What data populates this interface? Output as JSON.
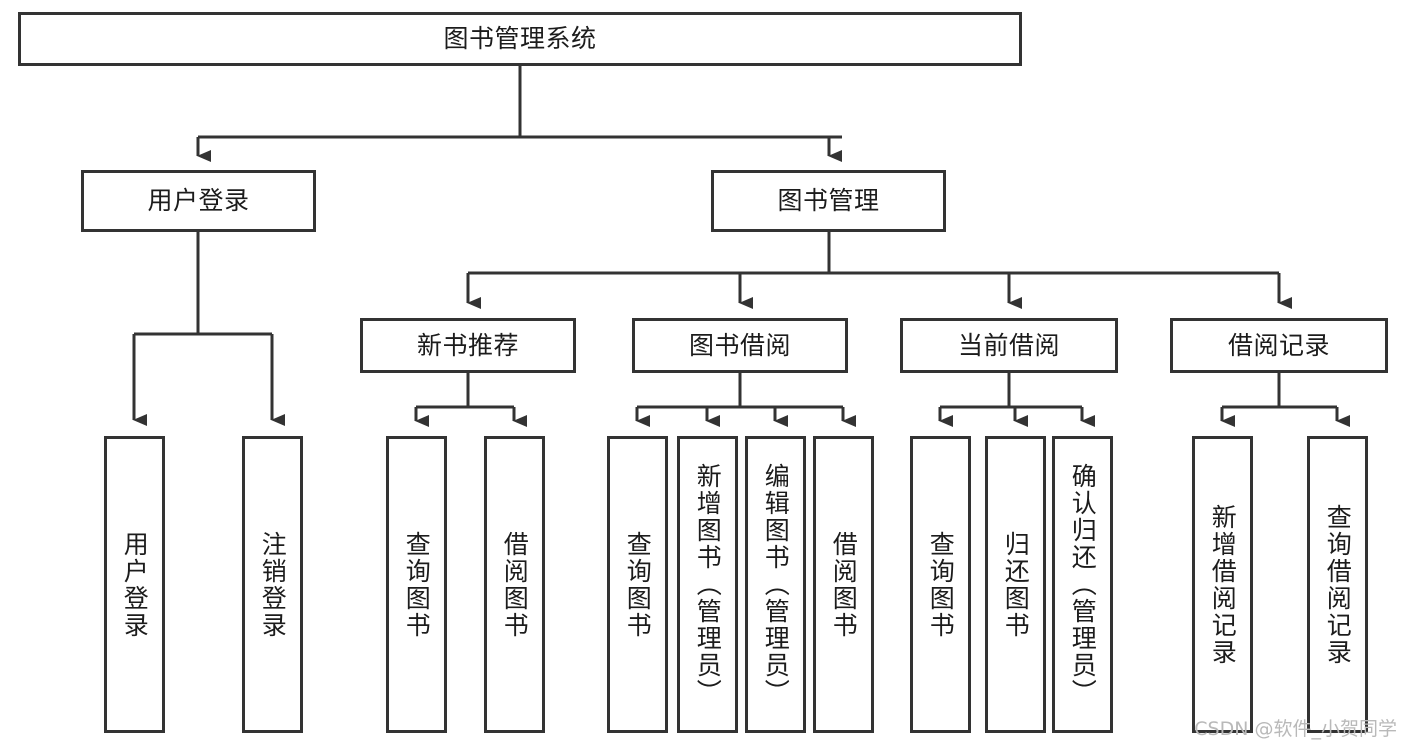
{
  "diagram": {
    "title": "图书管理系统",
    "type": "tree",
    "watermark": "CSDN @软件_小贺同学",
    "colors": {
      "stroke": "#333333",
      "box_fill": "#ffffff",
      "text": "#1c1c1c",
      "watermark": "#b9b9b9"
    },
    "root": {
      "label": "图书管理系统"
    },
    "level2": [
      {
        "label": "用户登录"
      },
      {
        "label": "图书管理"
      }
    ],
    "level3": [
      {
        "label": "新书推荐"
      },
      {
        "label": "图书借阅"
      },
      {
        "label": "当前借阅"
      },
      {
        "label": "借阅记录"
      }
    ],
    "leaves": {
      "user_login": [
        {
          "label": "用户登录"
        },
        {
          "label": "注销登录"
        }
      ],
      "new_book_rec": [
        {
          "label": "查询图书"
        },
        {
          "label": "借阅图书"
        }
      ],
      "book_borrow": [
        {
          "label": "查询图书"
        },
        {
          "label": "新增图书（管理员）"
        },
        {
          "label": "编辑图书（管理员）"
        },
        {
          "label": "借阅图书"
        }
      ],
      "current_borrow": [
        {
          "label": "查询图书"
        },
        {
          "label": "归还图书"
        },
        {
          "label": "确认归还（管理员）"
        }
      ],
      "borrow_record": [
        {
          "label": "新增借阅记录"
        },
        {
          "label": "查询借阅记录"
        }
      ]
    }
  }
}
